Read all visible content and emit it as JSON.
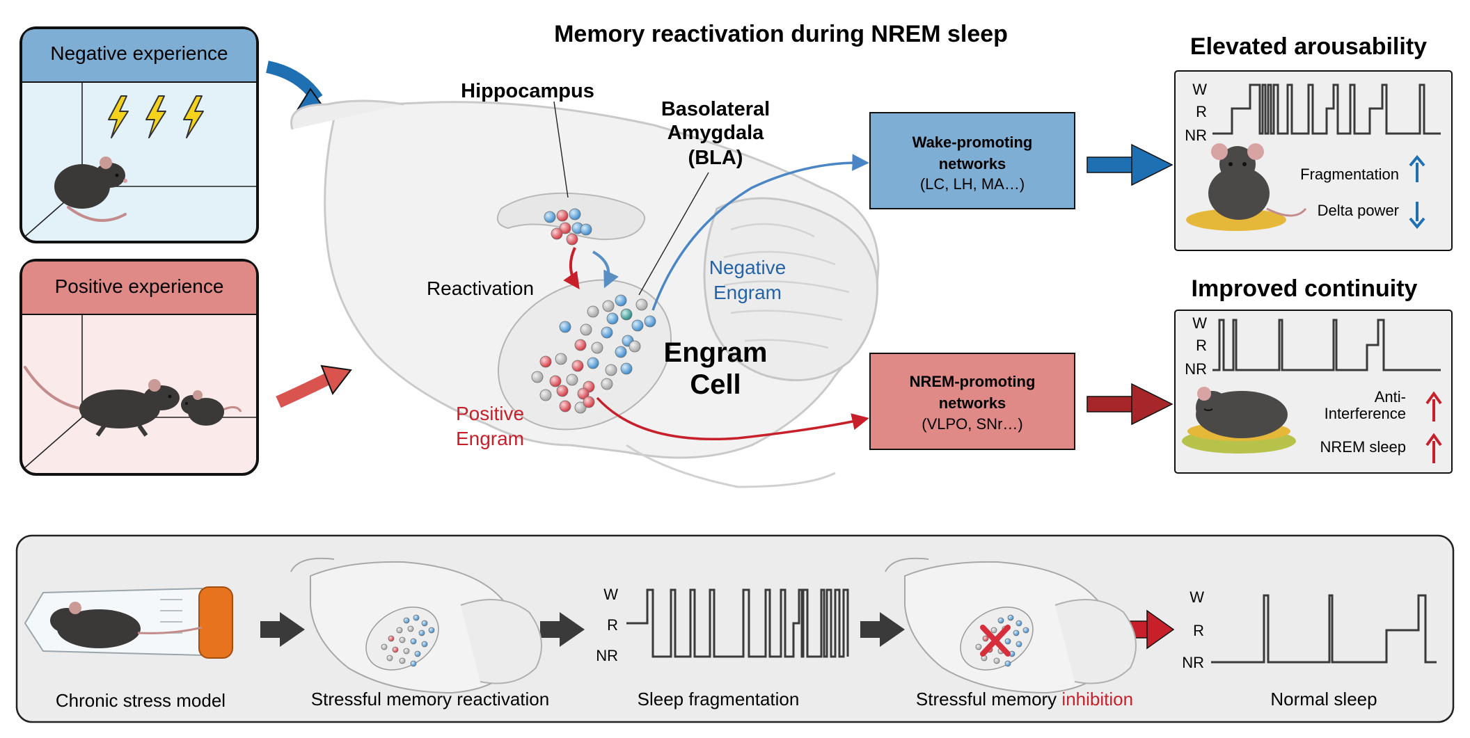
{
  "title": "Memory reactivation during NREM sleep",
  "experiences": {
    "negative": "Negative experience",
    "positive": "Positive experience"
  },
  "brain": {
    "hippocampus": "Hippocampus",
    "bla_line1": "Basolateral",
    "bla_line2": "Amygdala",
    "bla_line3": "(BLA)",
    "reactivation": "Reactivation",
    "engram_line1": "Engram",
    "engram_line2": "Cell",
    "negative_engram_line1": "Negative",
    "negative_engram_line2": "Engram",
    "positive_engram_line1": "Positive",
    "positive_engram_line2": "Engram"
  },
  "networks": {
    "wake": {
      "line1": "Wake-promoting",
      "line2": "networks",
      "line3": "(LC, LH, MA…)"
    },
    "nrem": {
      "line1": "NREM-promoting",
      "line2": "networks",
      "line3": "(VLPO, SNr…)"
    }
  },
  "outcomes": {
    "arousability": {
      "title": "Elevated arousability",
      "label1": "Fragmentation",
      "label2": "Delta power"
    },
    "continuity": {
      "title": "Improved continuity",
      "label1_line1": "Anti-",
      "label1_line2": "Interference",
      "label2": "NREM sleep"
    }
  },
  "hypnogram_labels": {
    "w": "W",
    "r": "R",
    "nr": "NR"
  },
  "bottom_steps": {
    "step1": "Chronic stress model",
    "step2": "Stressful memory reactivation",
    "step3": "Sleep fragmentation",
    "step4_prefix": "Stressful memory ",
    "step4_highlight": "inhibition",
    "step5": "Normal sleep"
  },
  "colors": {
    "blue_box": "#7eaed3",
    "red_box": "#e08a87",
    "blue_arrow": "#1f6fb3",
    "red_arrow": "#b0282b",
    "negative_text": "#2563a8",
    "positive_text": "#c8202a",
    "neg_panel_bg": "#e3f1f9",
    "pos_panel_bg": "#fbeaea",
    "bottom_panel_bg": "#ececec"
  }
}
